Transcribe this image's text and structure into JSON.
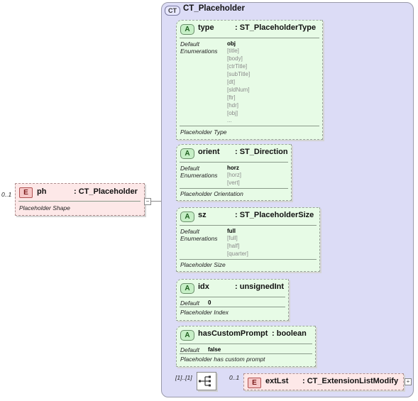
{
  "container": {
    "badge": "CT",
    "title": "CT_Placeholder"
  },
  "root_element": {
    "occurrence": "0..1",
    "badge": "E",
    "name": "ph",
    "type": ": CT_Placeholder",
    "description": "Placeholder Shape"
  },
  "labels": {
    "default": "Default",
    "enumerations": "Enumerations"
  },
  "attributes": [
    {
      "badge": "A",
      "name": "type",
      "type": ": ST_PlaceholderType",
      "default": "obj",
      "enumerations": [
        "[title]",
        "[body]",
        "[ctrTitle]",
        "[subTitle]",
        "[dt]",
        "[sldNum]",
        "[ftr]",
        "[hdr]",
        "[obj]",
        "..."
      ],
      "description": "Placeholder Type"
    },
    {
      "badge": "A",
      "name": "orient",
      "type": ": ST_Direction",
      "default": "horz",
      "enumerations": [
        "[horz]",
        "[vert]"
      ],
      "description": "Placeholder Orientation"
    },
    {
      "badge": "A",
      "name": "sz",
      "type": ": ST_PlaceholderSize",
      "default": "full",
      "enumerations": [
        "[full]",
        "[half]",
        "[quarter]"
      ],
      "description": "Placeholder Size"
    },
    {
      "badge": "A",
      "name": "idx",
      "type": ": unsignedInt",
      "default": "0",
      "enumerations": [],
      "description": "Placeholder Index"
    },
    {
      "badge": "A",
      "name": "hasCustomPrompt",
      "type": ": boolean",
      "default": "false",
      "enumerations": [],
      "description": "Placeholder has custom prompt"
    }
  ],
  "sequence": {
    "occurrence": "[1]..[1]"
  },
  "ext_element": {
    "occurrence": "0..1",
    "badge": "E",
    "name": "extLst",
    "type": ": CT_ExtensionListModify"
  },
  "colors": {
    "element_fill": "#fde8e8",
    "attribute_fill": "#e7fbe6",
    "container_fill": "#dcdcf6"
  }
}
